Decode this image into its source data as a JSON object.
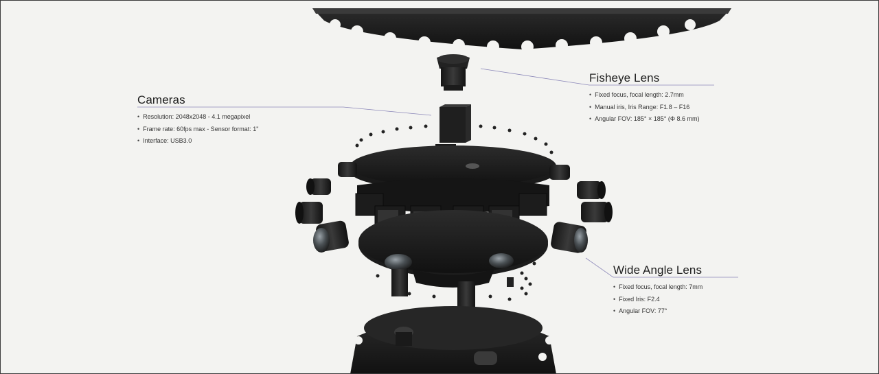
{
  "callouts": {
    "cameras": {
      "title": "Cameras",
      "bullets": [
        "Resolution: 2048x2048 - 4.1 megapixel",
        "Frame rate: 60fps max - Sensor format: 1\"",
        "Interface: USB3.0"
      ]
    },
    "fisheye": {
      "title": "Fisheye Lens",
      "bullets": [
        "Fixed focus, focal length: 2.7mm",
        "Manual iris, Iris Range: F1.8 – F16",
        "Angular FOV: 185° × 185° (Φ 8.6 mm)"
      ]
    },
    "wide": {
      "title": "Wide Angle Lens",
      "bullets": [
        "Fixed focus, focal length: 7mm",
        "Fixed Iris: F2.4",
        "Angular FOV: 77°"
      ]
    }
  },
  "colors": {
    "background": "#f3f3f1",
    "leader_line": "#8a86b8",
    "body": "#1c1c1c"
  }
}
